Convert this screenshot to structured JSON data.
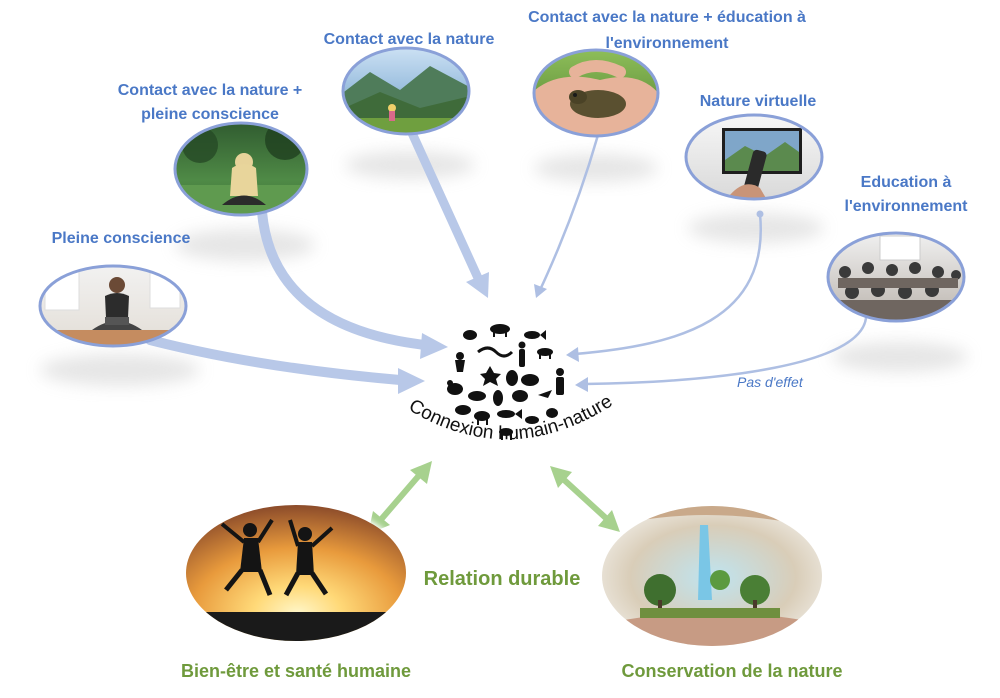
{
  "colors": {
    "label_blue": "#4a78c6",
    "label_green": "#6f9a3c",
    "arrow_blue": "#b8c8e8",
    "arrow_green": "#a7d18e"
  },
  "interventions": {
    "pleine_conscience": {
      "label": "Pleine conscience",
      "icon": "meditation-photo-icon"
    },
    "contact_pleine_conscience": {
      "label_line1": "Contact avec la nature +",
      "label_line2": "pleine conscience",
      "icon": "meditation-in-nature-photo-icon"
    },
    "contact_nature": {
      "label": "Contact avec la nature",
      "icon": "mountain-landscape-photo-icon"
    },
    "contact_education": {
      "label_line1": "Contact avec la nature + éducation à",
      "label_line2": "l'environnement",
      "icon": "hands-holding-toad-photo-icon"
    },
    "nature_virtuelle": {
      "label": "Nature virtuelle",
      "icon": "tv-remote-photo-icon"
    },
    "education": {
      "label_line1": "Education à",
      "label_line2": "l'environnement",
      "icon": "classroom-photo-icon"
    }
  },
  "center": {
    "label": "Connexion humain-nature",
    "icon": "animal-silhouettes-icon"
  },
  "no_effect_note": "Pas d'effet",
  "relation": "Relation durable",
  "outcomes": {
    "wellbeing": {
      "label": "Bien-être et santé humaine",
      "icon": "people-jumping-sunset-photo-icon"
    },
    "conservation": {
      "label": "Conservation de la nature",
      "icon": "hands-holding-ecosystem-photo-icon"
    }
  }
}
